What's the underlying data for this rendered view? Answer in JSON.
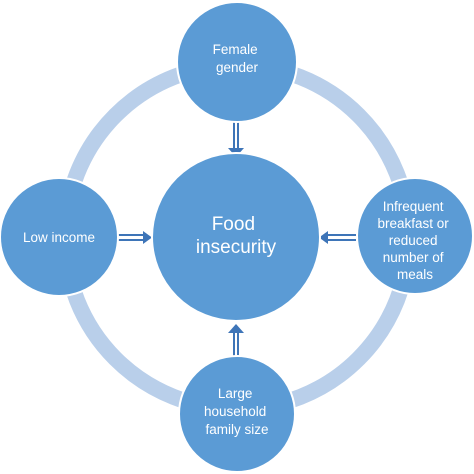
{
  "diagram": {
    "center": {
      "lines": [
        "Food",
        "insecurity"
      ]
    },
    "nodes": [
      {
        "id": "top",
        "lines": [
          "Female",
          "gender"
        ]
      },
      {
        "id": "left",
        "lines": [
          "Low income"
        ]
      },
      {
        "id": "right",
        "lines": [
          "Infrequent",
          "breakfast or",
          "reduced",
          "number of",
          "meals"
        ]
      },
      {
        "id": "bottom",
        "lines": [
          "Large",
          "household",
          "family size"
        ]
      }
    ],
    "colors": {
      "node_fill": "#5b9bd5",
      "node_stroke": "#ffffff",
      "ring": "#b9cfea",
      "arrow": "#3e75b8"
    }
  }
}
